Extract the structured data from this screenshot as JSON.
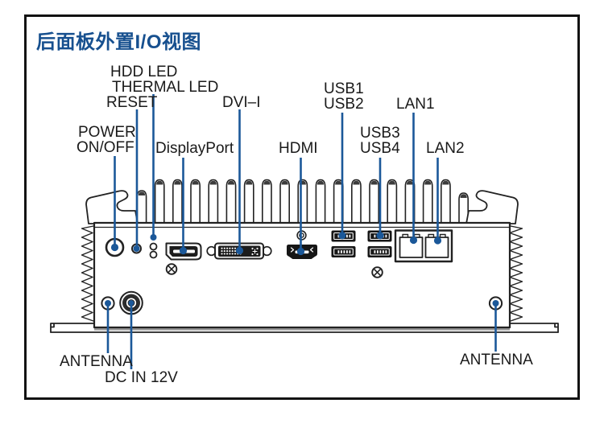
{
  "title": {
    "text": "后面板外置I/O视图"
  },
  "colors": {
    "title_blue": "#17508f",
    "leader_line_blue": "#1b5899",
    "label_text": "#1a1a1a",
    "outline": "#222222"
  },
  "labels": {
    "hdd_led": "HDD LED",
    "thermal_led": "THERMAL LED",
    "reset": "RESET",
    "power_line1": "POWER",
    "power_line2": "ON/OFF",
    "displayport": "DisplayPort",
    "dvi": "DVI–I",
    "hdmi": "HDMI",
    "usb1": "USB1",
    "usb2": "USB2",
    "usb3": "USB3",
    "usb4": "USB4",
    "lan1": "LAN1",
    "lan2": "LAN2",
    "antenna_left": "ANTENNA",
    "dc_in": "DC IN 12V",
    "antenna_right": "ANTENNA"
  },
  "ports": [
    {
      "name": "POWER ON/OFF",
      "type": "power button"
    },
    {
      "name": "RESET",
      "type": "recessed button"
    },
    {
      "name": "HDD LED",
      "type": "LED indicator"
    },
    {
      "name": "THERMAL LED",
      "type": "LED indicator"
    },
    {
      "name": "DisplayPort",
      "type": "video connector"
    },
    {
      "name": "DVI–I",
      "type": "video connector"
    },
    {
      "name": "HDMI",
      "type": "video connector"
    },
    {
      "name": "USB1",
      "type": "USB port"
    },
    {
      "name": "USB2",
      "type": "USB port"
    },
    {
      "name": "USB3",
      "type": "USB port"
    },
    {
      "name": "USB4",
      "type": "USB port"
    },
    {
      "name": "LAN1",
      "type": "RJ45 port"
    },
    {
      "name": "LAN2",
      "type": "RJ45 port"
    },
    {
      "name": "ANTENNA",
      "type": "antenna hole left"
    },
    {
      "name": "DC IN 12V",
      "type": "DC power jack"
    },
    {
      "name": "ANTENNA",
      "type": "antenna hole right"
    }
  ]
}
